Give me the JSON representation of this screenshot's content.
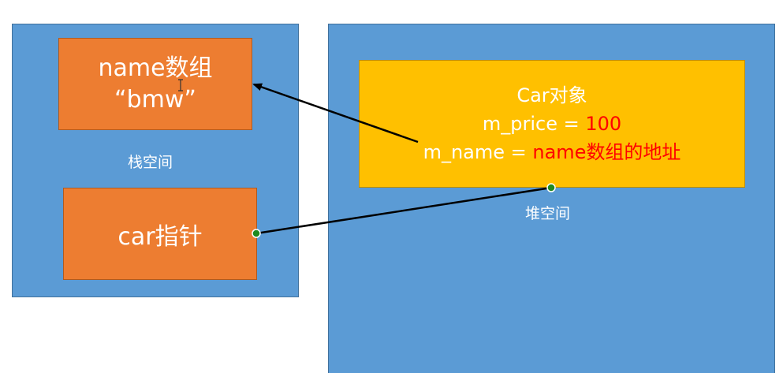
{
  "stack": {
    "label": "栈空间",
    "name_array": {
      "line1": "name数组",
      "line2": "“bmw”"
    },
    "car_pointer": {
      "label": "car指针"
    }
  },
  "heap": {
    "label": "堆空间",
    "car_object": {
      "title": "Car对象",
      "price_key": "m_price = ",
      "price_value": "100",
      "name_key": "m_name = ",
      "name_value": "name数组的地址"
    }
  },
  "colors": {
    "panel": "#5b9bd5",
    "stack_box": "#ed7d31",
    "heap_object": "#ffc000",
    "highlight_text": "#ff0000",
    "pointer_dot": "#1f8a1f"
  }
}
